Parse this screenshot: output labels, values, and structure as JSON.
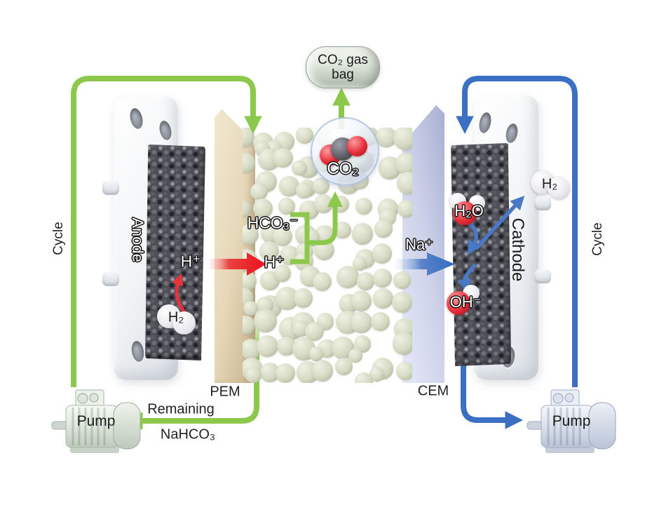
{
  "colors": {
    "green": "#8cc84b",
    "blue": "#3b6fc1",
    "red": "#ec1c24",
    "dark": "#222222"
  },
  "gas_bag": {
    "line1": "CO₂ gas",
    "line2": "bag"
  },
  "chamber": {
    "co2_label": "CO₂",
    "hco3_label": "HCO₃⁻",
    "h_plus_label": "H⁺"
  },
  "anode_side": {
    "electrode_label": "Anode",
    "h_plus_label": "H⁺",
    "h2_label": "H₂",
    "cycle_label": "Cycle",
    "membrane_label": "PEM",
    "remaining_line1": "Remaining",
    "remaining_line2": "NaHCO₃",
    "pump_label": "Pump"
  },
  "cathode_side": {
    "electrode_label": "Cathode",
    "na_plus_label": "Na⁺",
    "h2o_label": "H₂O",
    "oh_minus_label": "OH⁻",
    "h2_label": "H₂",
    "cycle_label": "Cycle",
    "membrane_label": "CEM",
    "pump_label": "Pump"
  }
}
